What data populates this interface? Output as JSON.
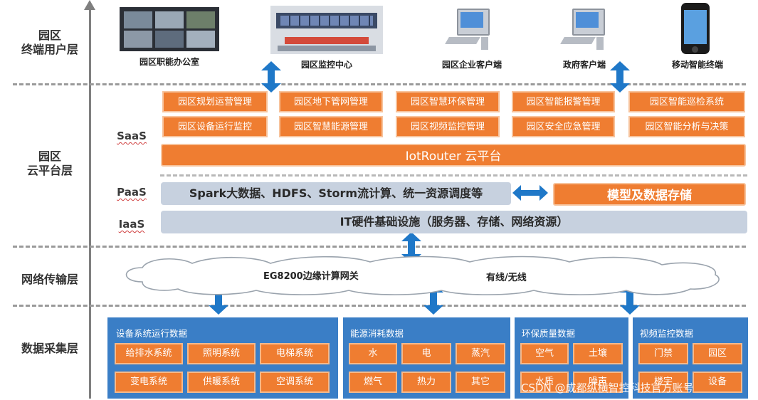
{
  "layers": {
    "terminal": "园区\n终端用户层",
    "cloud": "园区\n云平台层",
    "network": "网络传输层",
    "collection": "数据采集层"
  },
  "stack": {
    "saas": "SaaS",
    "paas": "PaaS",
    "iaas": "IaaS"
  },
  "terminals": [
    "园区职能办公室",
    "园区监控中心",
    "园区企业客户端",
    "政府客户端",
    "移动智能终端"
  ],
  "saas_modules": [
    "园区规划运营管理",
    "园区地下管网管理",
    "园区智慧环保管理",
    "园区智能报警管理",
    "园区智能巡检系统",
    "园区设备运行监控",
    "园区智慧能源管理",
    "园区视频监控管理",
    "园区安全应急管理",
    "园区智能分析与决策"
  ],
  "platform_bar": "IotRouter 云平台",
  "paas_bar": "Spark大数据、HDFS、Storm流计算、统一资源调度等",
  "storage_bar": "模型及数据存储",
  "iaas_bar": "IT硬件基础设施（服务器、存储、网络资源）",
  "network": {
    "gateway": "EG8200边缘计算网关",
    "link": "有线/无线"
  },
  "panels": [
    {
      "title": "设备系统运行数据",
      "items": [
        "给排水系统",
        "照明系统",
        "电梯系统",
        "变电系统",
        "供暖系统",
        "空调系统"
      ]
    },
    {
      "title": "能源消耗数据",
      "items": [
        "水",
        "电",
        "蒸汽",
        "燃气",
        "热力",
        "其它"
      ]
    },
    {
      "title": "环保质量数据",
      "items": [
        "空气",
        "土壤",
        "水质",
        "噪声"
      ]
    },
    {
      "title": "视频监控数据",
      "items": [
        "门禁",
        "园区",
        "楼宇",
        "设备"
      ]
    }
  ],
  "watermark": "CSDN @成都纵横智控科技官方账号",
  "colors": {
    "orange": "#ef7d31",
    "blue": "#3a7ec6",
    "grey_bar": "#c7d1df",
    "arrow": "#1f78c8"
  }
}
